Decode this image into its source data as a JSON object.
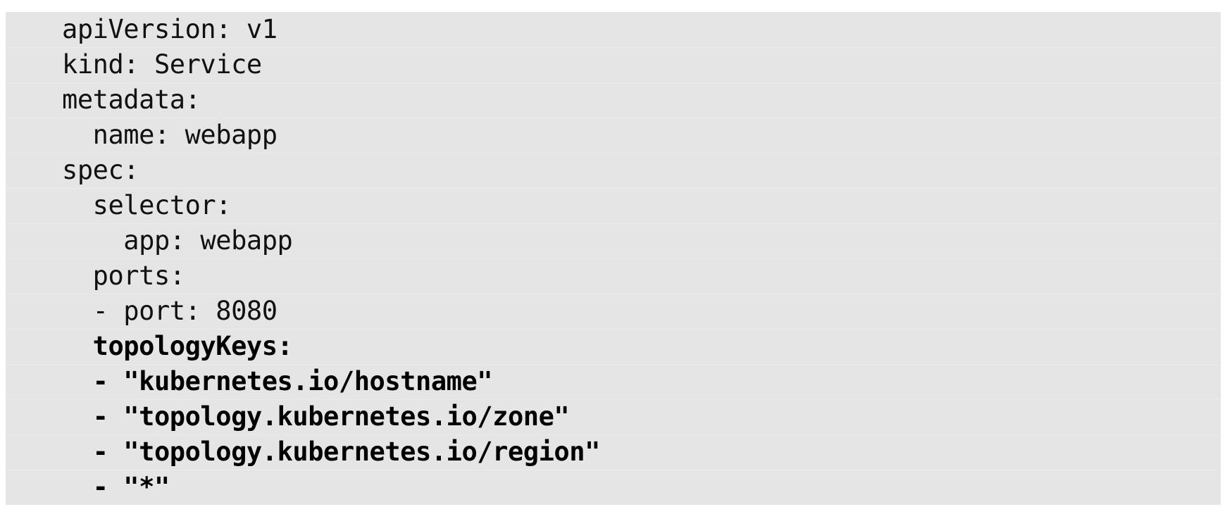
{
  "document": {
    "type": "yaml-code-block",
    "language": "yaml",
    "background_color": "#e5e5e5",
    "page_background_color": "#ffffff",
    "text_color": "#111111",
    "emphasis_color": "#000000",
    "row_separator_color": "#ebebeb"
  },
  "code": {
    "lines": [
      {
        "text": "apiVersion: v1",
        "bold": false
      },
      {
        "text": "kind: Service",
        "bold": false
      },
      {
        "text": "metadata:",
        "bold": false
      },
      {
        "text": "  name: webapp",
        "bold": false
      },
      {
        "text": "spec:",
        "bold": false
      },
      {
        "text": "  selector:",
        "bold": false
      },
      {
        "text": "    app: webapp",
        "bold": false
      },
      {
        "text": "  ports:",
        "bold": false
      },
      {
        "text": "  - port: 8080",
        "bold": false
      },
      {
        "text": "  topologyKeys:",
        "bold": true
      },
      {
        "text": "  - \"kubernetes.io/hostname\"",
        "bold": true
      },
      {
        "text": "  - \"topology.kubernetes.io/zone\"",
        "bold": true
      },
      {
        "text": "  - \"topology.kubernetes.io/region\"",
        "bold": true
      },
      {
        "text": "  - \"*\"",
        "bold": true
      }
    ]
  }
}
